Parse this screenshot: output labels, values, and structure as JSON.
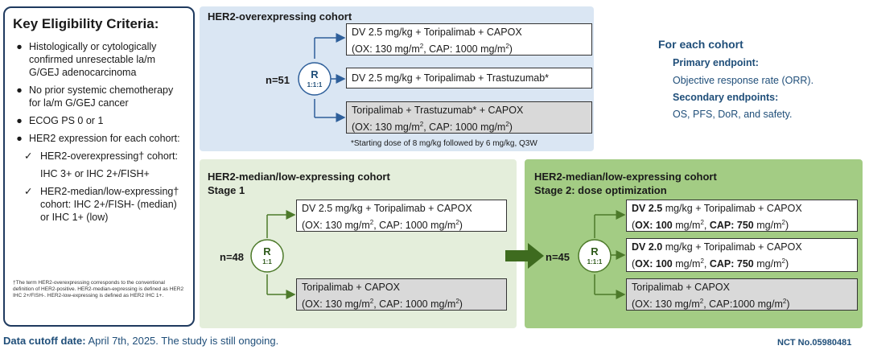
{
  "criteria": {
    "title": "Key Eligibility Criteria:",
    "items": [
      {
        "mark": "●",
        "text": "Histologically or cytologically confirmed unresectable la/m G/GEJ adenocarcinoma"
      },
      {
        "mark": "●",
        "text": "No prior systemic chemotherapy for la/m G/GEJ cancer"
      },
      {
        "mark": "●",
        "text": "ECOG PS 0 or 1"
      },
      {
        "mark": "●",
        "text": "HER2 expression for each cohort:"
      }
    ],
    "sub1": {
      "mark": "✓",
      "text": "HER2-overexpressing† cohort:"
    },
    "sub1_detail": "IHC 3+ or IHC 2+/FISH+",
    "sub2": {
      "mark": "✓",
      "text": "HER2-median/low-expressing† cohort: IHC 2+/FISH- (median) or IHC 1+ (low)"
    },
    "footnote": "†The term HER2-overexpressing corresponds to the conventional definition of HER2-positive. HER2-median-expressing is defined as HER2 IHC 2+/FISH-. HER2-low-expressing is defined as HER2 IHC 1+."
  },
  "cohort1": {
    "title": "HER2-overexpressing cohort",
    "n": "n=51",
    "rand": "R",
    "ratio": "1:1:1",
    "arm1_line1": "DV 2.5 mg/kg + Toripalimab + CAPOX",
    "arm1_ox": "(OX: 130 mg/m",
    "arm1_cap": ", CAP: 1000 mg/m",
    "arm2_line1": "DV 2.5 mg/kg + Toripalimab + Trastuzumab*",
    "arm3_line1": "Toripalimab + Trastuzumab* + CAPOX",
    "arm3_ox": "(OX: 130 mg/m",
    "arm3_cap": ", CAP: 1000 mg/m",
    "note": "*Starting dose of 8 mg/kg followed by 6 mg/kg, Q3W"
  },
  "cohort2": {
    "title1": "HER2-median/low-expressing cohort",
    "title2": "Stage 1",
    "n": "n=48",
    "rand": "R",
    "ratio": "1:1",
    "arm1_line1": "DV 2.5 mg/kg + Toripalimab + CAPOX",
    "arm1_ox": "(OX: 130 mg/m",
    "arm1_cap": ", CAP: 1000 mg/m",
    "arm2_line1": "Toripalimab + CAPOX",
    "arm2_ox": "(OX: 130 mg/m",
    "arm2_cap": ", CAP: 1000 mg/m"
  },
  "cohort3": {
    "title1": "HER2-median/low-expressing cohort",
    "title2": "Stage 2: dose optimization",
    "n": "n=45",
    "rand": "R",
    "ratio": "1:1:1",
    "arm1_dv": "DV 2.5",
    "arm1_rest": " mg/kg + Toripalimab + CAPOX",
    "arm1_ox": "OX: 100",
    "arm1_mg1": " mg/m",
    "arm1_cap": "CAP: 750",
    "arm1_mg2": " mg/m",
    "arm2_dv": "DV 2.0",
    "arm2_rest": " mg/kg + Toripalimab + CAPOX",
    "arm2_ox": "OX: 100",
    "arm2_mg1": " mg/m",
    "arm2_cap": "CAP: 750",
    "arm2_mg2": " mg/m",
    "arm3_line1": "Toripalimab + CAPOX",
    "arm3_ox": "(OX: 130 mg/m",
    "arm3_cap": ", CAP:1000 mg/m"
  },
  "endpoints": {
    "heading": "For each cohort",
    "primary_label": "Primary endpoint:",
    "primary_value": "Objective response rate (ORR).",
    "secondary_label": "Secondary endpoints:",
    "secondary_value": "OS, PFS, DoR, and safety."
  },
  "sup2": "2",
  "open_paren": "(",
  "close_paren": ")",
  "comma": ", ",
  "cutoff_label": "Data cutoff date:",
  "cutoff_value": " April 7th, 2025. The study is still ongoing.",
  "nct": "NCT No.05980481",
  "colors": {
    "border": "#1f3a5f",
    "panel_blue": "#dae6f3",
    "panel_light_green": "#e4eedb",
    "panel_green": "#a3cc84",
    "arrow_dark_green": "#3e6b1f",
    "line_blue": "#2e5f9a",
    "line_green": "#4d7a2a",
    "text_blue": "#1f4e79"
  }
}
